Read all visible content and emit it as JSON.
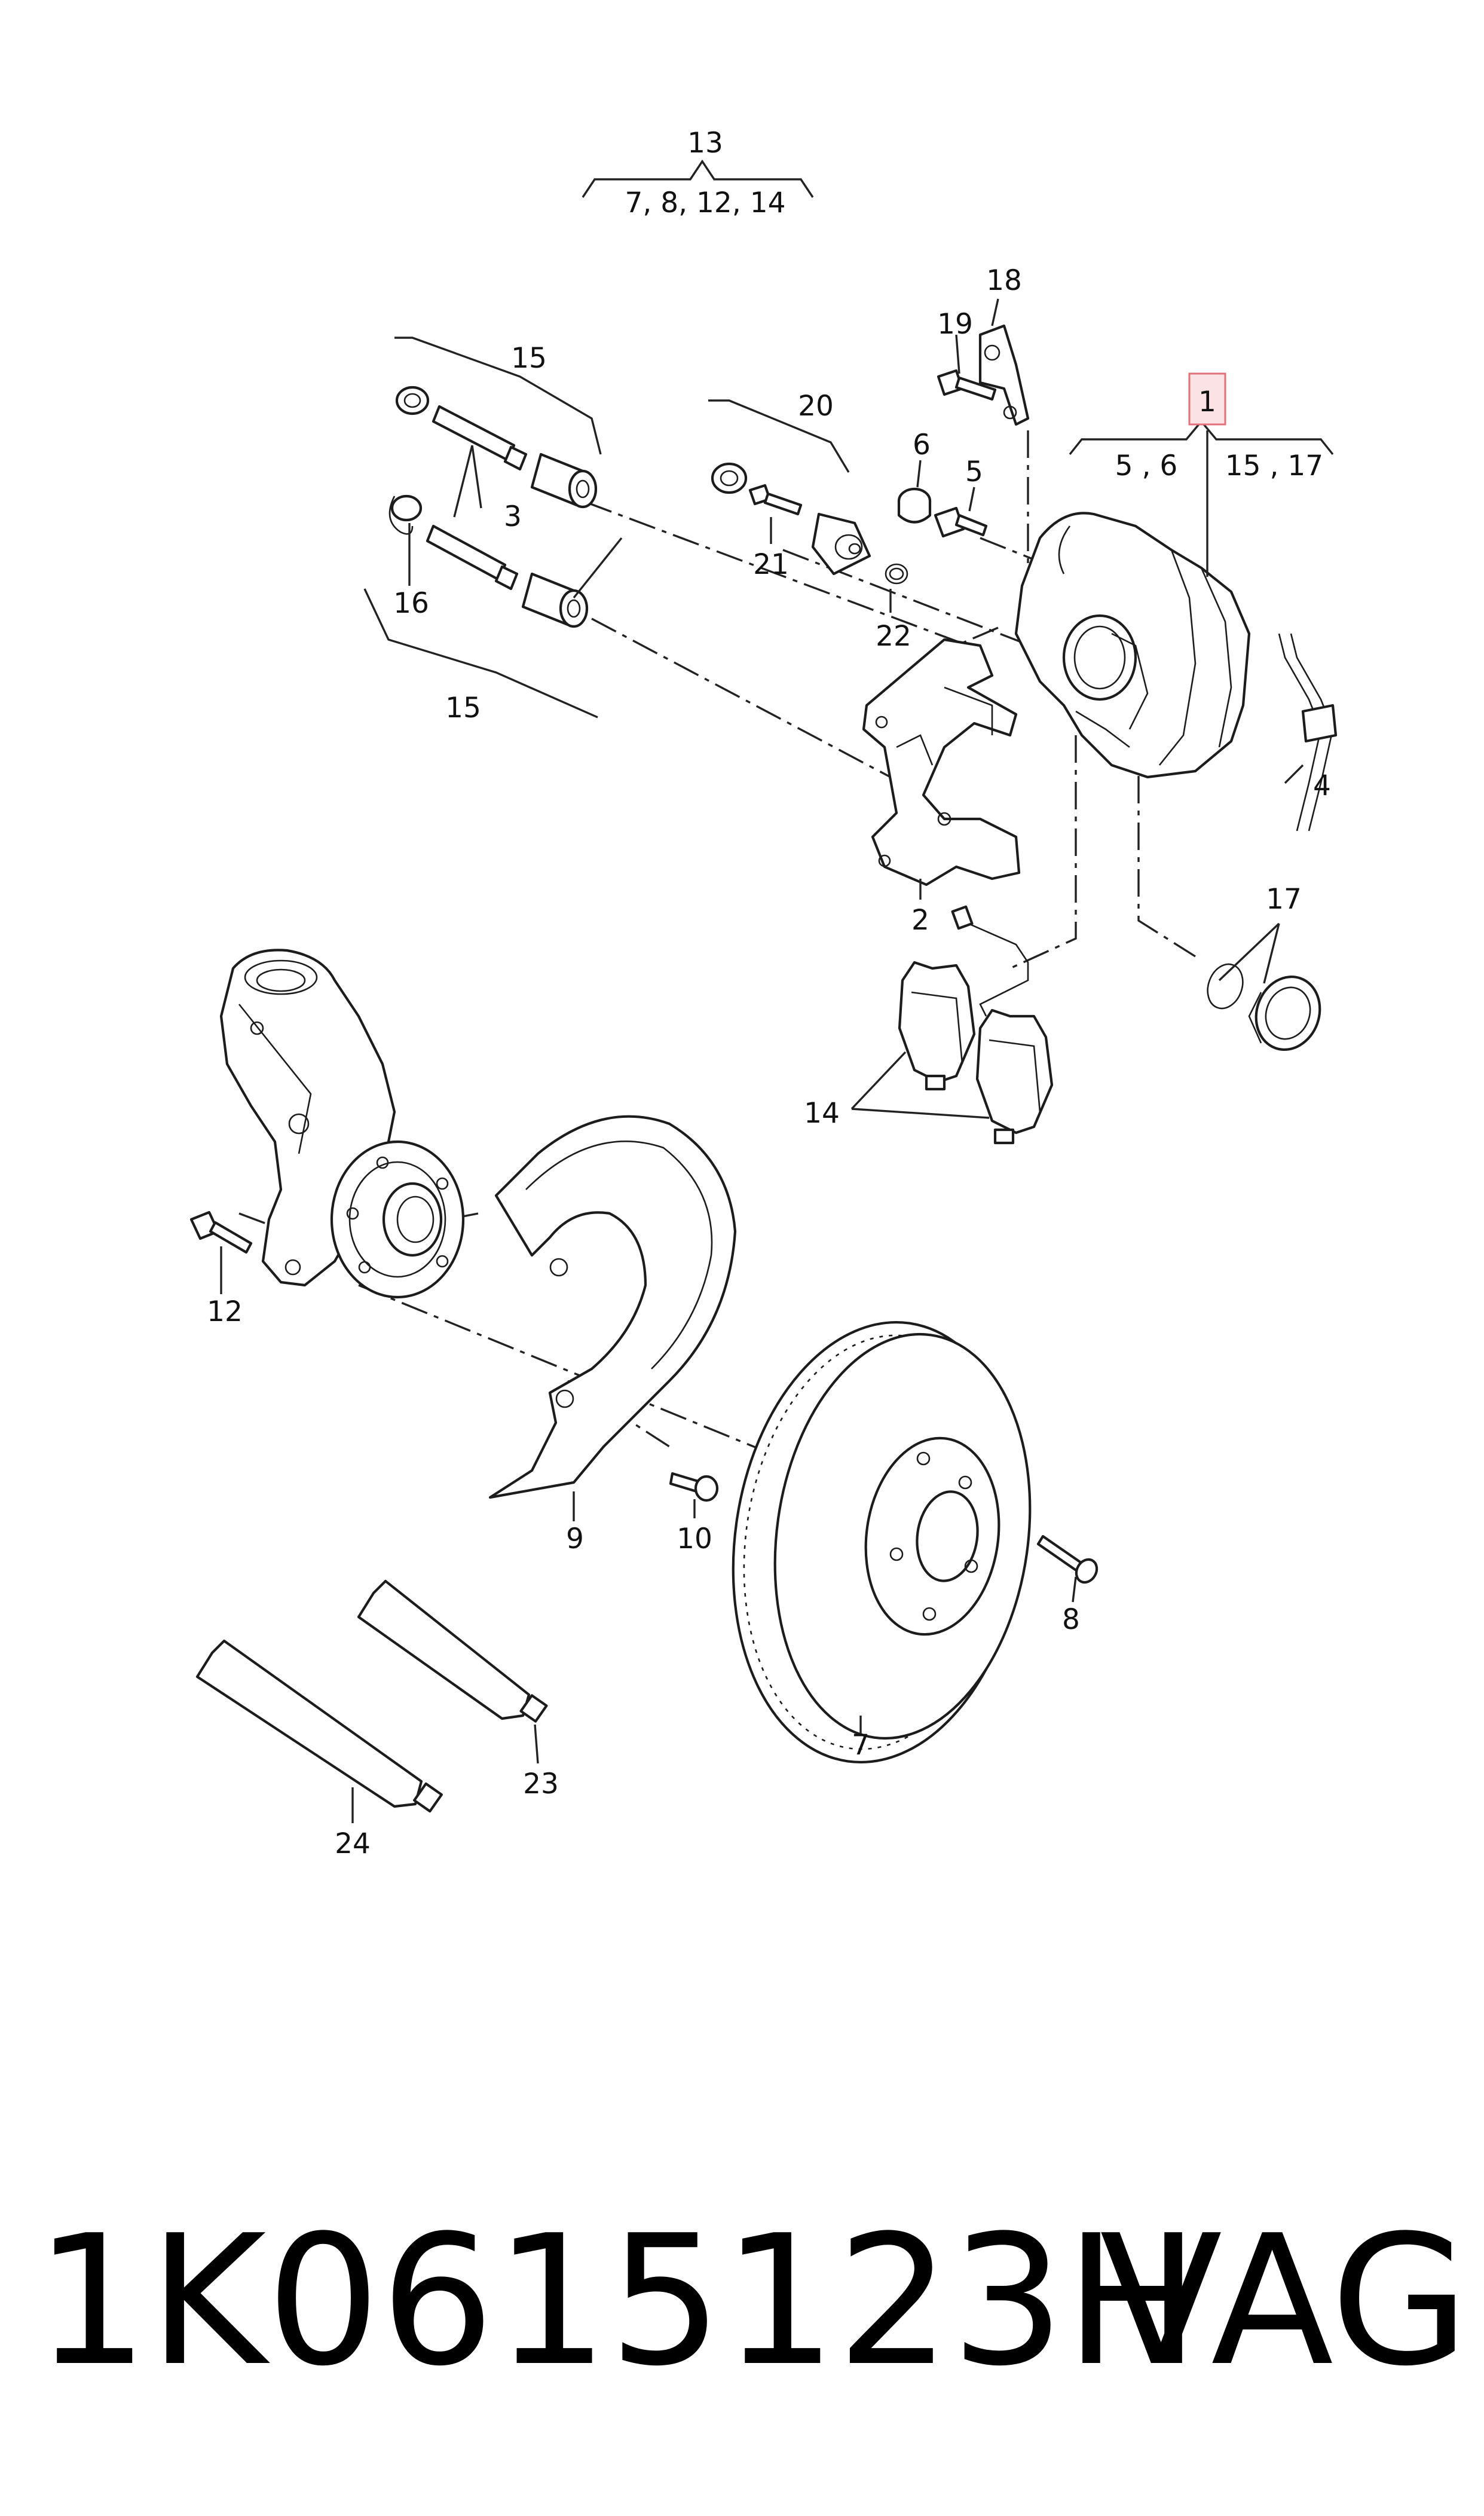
{
  "diagram": {
    "callouts": {
      "c1": "1",
      "c1_sub_left": "5 , 6",
      "c1_sub_right": "15 , 17",
      "c2": "2",
      "c3": "3",
      "c4": "4",
      "c5": "5",
      "c6": "6",
      "c7": "7",
      "c8": "8",
      "c9": "9",
      "c10": "10",
      "c12": "12",
      "c13": "13",
      "c13_sub": "7, 8, 12, 14",
      "c14": "14",
      "c15_top": "15",
      "c15_bottom": "15",
      "c16": "16",
      "c17": "17",
      "c18": "18",
      "c19": "19",
      "c20": "20",
      "c21": "21",
      "c22": "22",
      "c23": "23",
      "c24": "24"
    },
    "highlight_color": "#e0707a"
  },
  "footer": {
    "part_number": "1K0615123H",
    "brand": "VAG"
  }
}
